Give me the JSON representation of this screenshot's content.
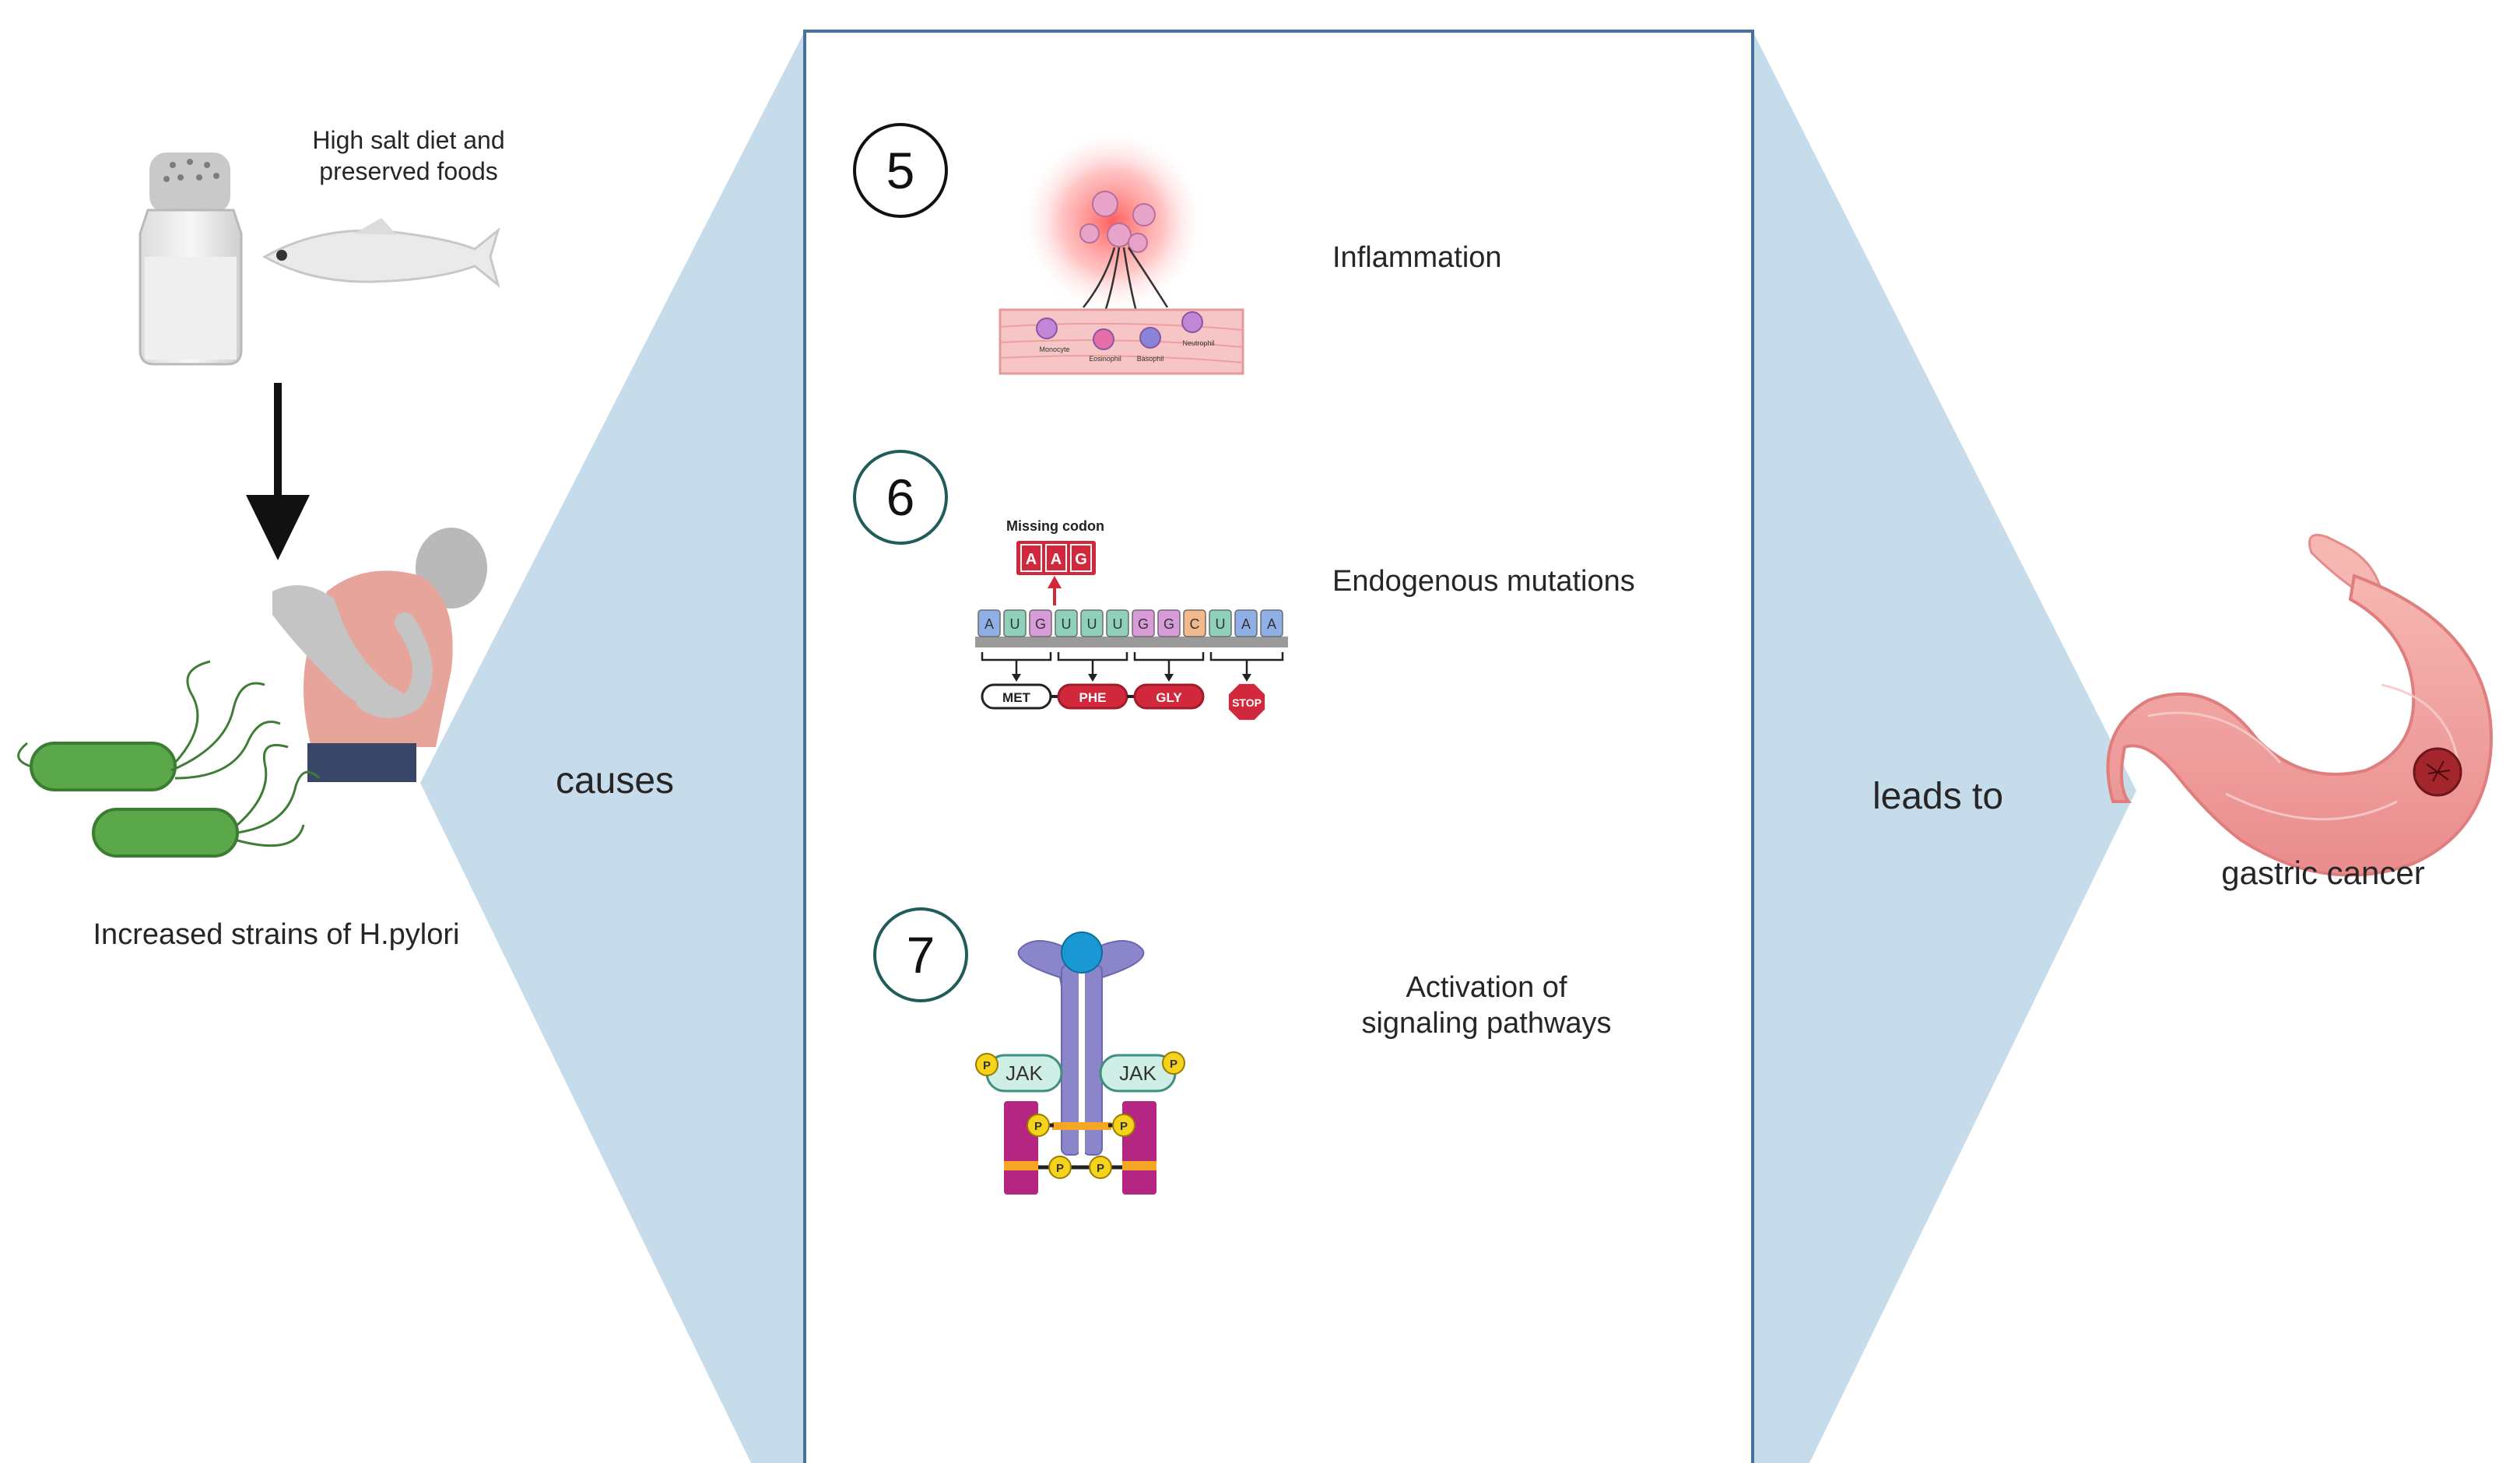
{
  "left": {
    "diet_label": "High salt diet and\npreserved foods",
    "hpylori_label": "Increased strains of H.pylori"
  },
  "connectors": {
    "causes": "causes",
    "leads_to": "leads to"
  },
  "steps": [
    {
      "number": "5",
      "label": "Inflammation",
      "cell_labels": [
        "Monocyte",
        "Eosinophil",
        "Basophil",
        "Neutrophil"
      ]
    },
    {
      "number": "6",
      "label": "Endogenous mutations",
      "missing_codon_title": "Missing codon",
      "missing_codon": [
        "A",
        "A",
        "G"
      ],
      "sequence": [
        "A",
        "U",
        "G",
        "U",
        "U",
        "U",
        "G",
        "G",
        "C",
        "U",
        "A",
        "A"
      ],
      "amino_acids": [
        "MET",
        "PHE",
        "GLY",
        "STOP"
      ]
    },
    {
      "number": "7",
      "label": "Activation of\nsignaling pathways",
      "kinase_labels": [
        "JAK",
        "JAK"
      ],
      "phospho_label": "P"
    }
  ],
  "right": {
    "outcome_label": "gastric cancer"
  },
  "colors": {
    "panel_fill": "#c7dceb",
    "center_border": "#4a6f9c",
    "step_circle_teal": "#1f5c5a",
    "mutation_red": "#d2283c",
    "receptor_purple": "#8a86c9",
    "ligand_blue": "#1a98d4",
    "stat_magenta": "#b52683",
    "jak_mint": "#cfeee6",
    "phospho_yellow": "#f5d21c",
    "bacteria_green": "#5aa84a",
    "stomach_pink": "#ef9c9a"
  }
}
